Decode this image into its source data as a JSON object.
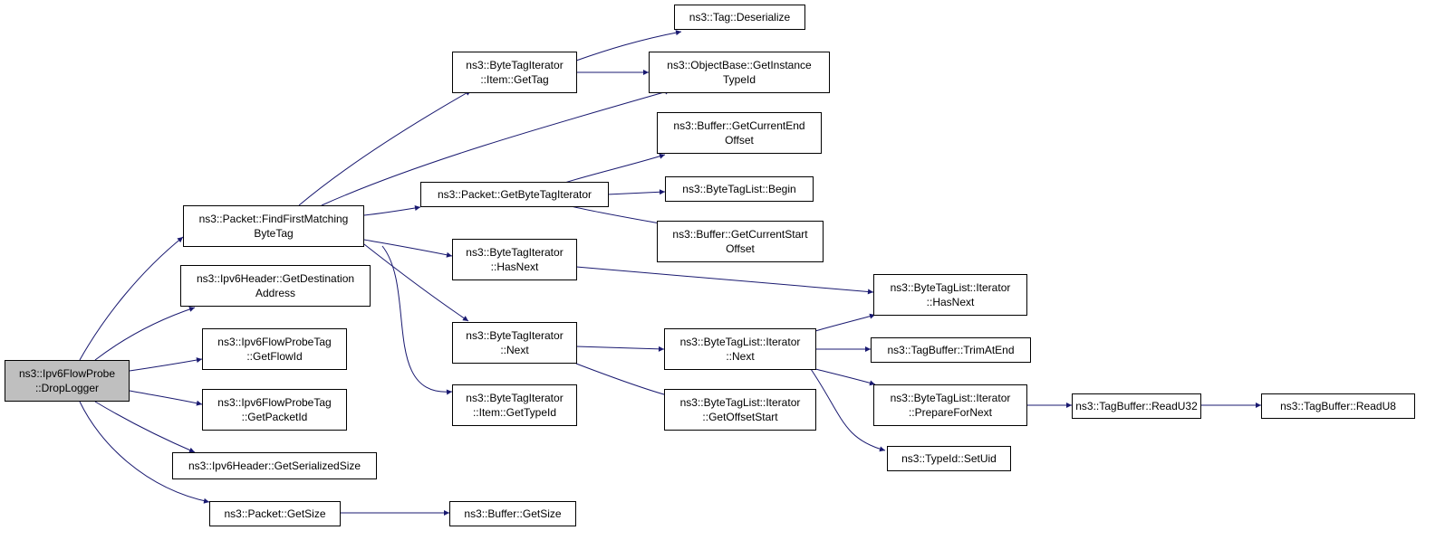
{
  "colors": {
    "edge": "#191970",
    "root_fill": "#bfbfbf",
    "node_fill": "#ffffff",
    "border": "#000000"
  },
  "nodes": {
    "droplogger": {
      "line1": "ns3::Ipv6FlowProbe",
      "line2": "::DropLogger"
    },
    "findfirst": {
      "line1": "ns3::Packet::FindFirstMatching",
      "line2": "ByteTag"
    },
    "getdestaddr": {
      "line1": "ns3::Ipv6Header::GetDestination",
      "line2": "Address"
    },
    "getflowid": {
      "line1": "ns3::Ipv6FlowProbeTag",
      "line2": "::GetFlowId"
    },
    "getpacketid": {
      "line1": "ns3::Ipv6FlowProbeTag",
      "line2": "::GetPacketId"
    },
    "getserialsize": {
      "line1": "ns3::Ipv6Header::GetSerializedSize"
    },
    "pktgetsize": {
      "line1": "ns3::Packet::GetSize"
    },
    "itemgettag": {
      "line1": "ns3::ByteTagIterator",
      "line2": "::Item::GetTag"
    },
    "getbytetagiter": {
      "line1": "ns3::Packet::GetByteTagIterator"
    },
    "hasnext": {
      "line1": "ns3::ByteTagIterator",
      "line2": "::HasNext"
    },
    "next": {
      "line1": "ns3::ByteTagIterator",
      "line2": "::Next"
    },
    "itemgettypeid": {
      "line1": "ns3::ByteTagIterator",
      "line2": "::Item::GetTypeId"
    },
    "bufgetsize": {
      "line1": "ns3::Buffer::GetSize"
    },
    "tagdeserialize": {
      "line1": "ns3::Tag::Deserialize"
    },
    "getinstancetypeid": {
      "line1": "ns3::ObjectBase::GetInstance",
      "line2": "TypeId"
    },
    "getcurrentend": {
      "line1": "ns3::Buffer::GetCurrentEnd",
      "line2": "Offset"
    },
    "btlbegin": {
      "line1": "ns3::ByteTagList::Begin"
    },
    "getcurrentstart": {
      "line1": "ns3::Buffer::GetCurrentStart",
      "line2": "Offset"
    },
    "btliternext": {
      "line1": "ns3::ByteTagList::Iterator",
      "line2": "::Next"
    },
    "getoffsetstart": {
      "line1": "ns3::ByteTagList::Iterator",
      "line2": "::GetOffsetStart"
    },
    "btlhasnext": {
      "line1": "ns3::ByteTagList::Iterator",
      "line2": "::HasNext"
    },
    "trimatend": {
      "line1": "ns3::TagBuffer::TrimAtEnd"
    },
    "preparefornext": {
      "line1": "ns3::ByteTagList::Iterator",
      "line2": "::PrepareForNext"
    },
    "setuid": {
      "line1": "ns3::TypeId::SetUid"
    },
    "readu32": {
      "line1": "ns3::TagBuffer::ReadU32"
    },
    "readu8": {
      "line1": "ns3::TagBuffer::ReadU8"
    }
  }
}
